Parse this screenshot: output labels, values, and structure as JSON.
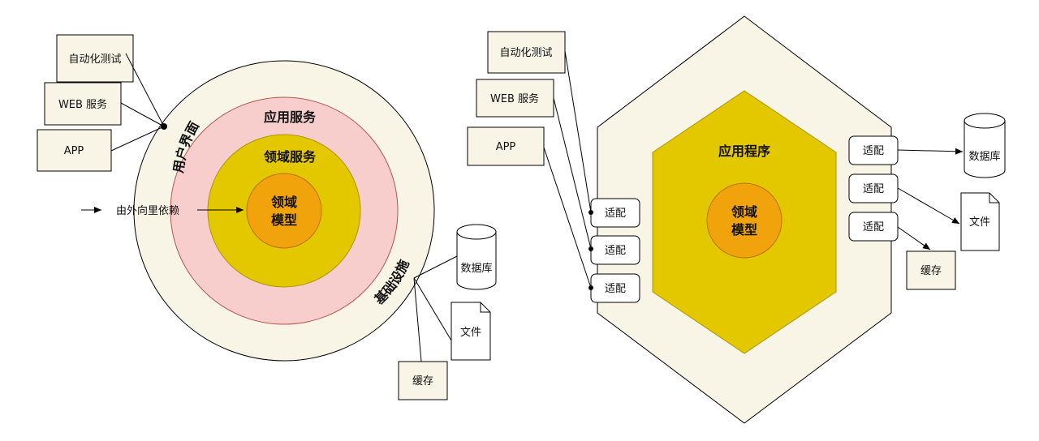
{
  "left_diagram": {
    "clients": [
      "自动化测试",
      "WEB 服务",
      "APP"
    ],
    "layers": {
      "outer": "用户界面",
      "outer_bottom": "基础设施",
      "application": "应用服务",
      "domain_service": "领域服务",
      "core_line1": "领域",
      "core_line2": "模型"
    },
    "legend": "由外向里依赖",
    "infra": {
      "database": "数据库",
      "file": "文件",
      "cache": "缓存"
    }
  },
  "right_diagram": {
    "clients": [
      "自动化测试",
      "WEB 服务",
      "APP"
    ],
    "left_adapters": [
      "适配",
      "适配",
      "适配"
    ],
    "right_adapters": [
      "适配",
      "适配",
      "适配"
    ],
    "application": "应用程序",
    "core_line1": "领域",
    "core_line2": "模型",
    "infra": {
      "database": "数据库",
      "file": "文件",
      "cache": "缓存"
    }
  },
  "colors": {
    "outer_fill": "#f8f4e6",
    "app_fill": "#f8cecc",
    "domain_fill": "#e3c800",
    "core_fill": "#f0a30a",
    "box_fill": "#f8f4e6"
  }
}
